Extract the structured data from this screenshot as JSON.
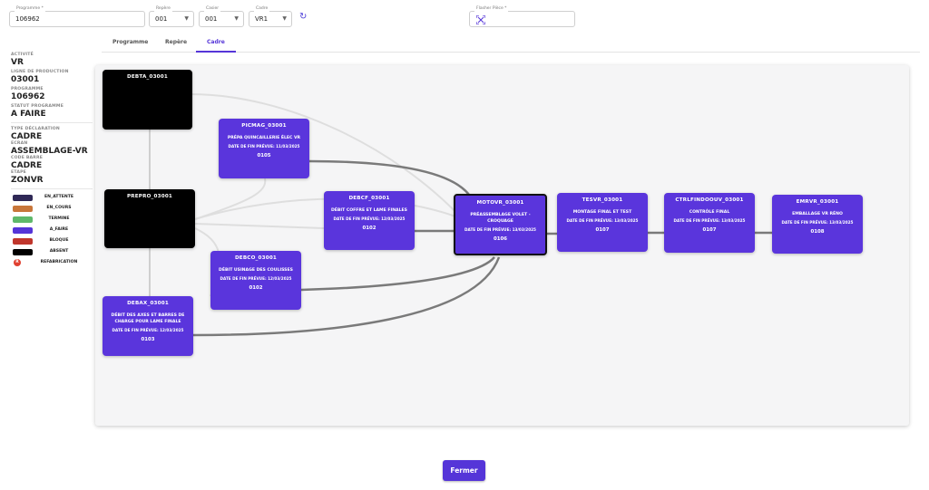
{
  "toolbar": {
    "programme": {
      "label": "Programme *",
      "value": "106962"
    },
    "repere": {
      "label": "Repère",
      "value": "001"
    },
    "casier": {
      "label": "Casier",
      "value": "001"
    },
    "cadre": {
      "label": "Cadre",
      "value": "VR1"
    },
    "flasher": {
      "label": "Flasher Pièce *",
      "value": ""
    }
  },
  "tabs": [
    "Programme",
    "Repère",
    "Cadre"
  ],
  "active_tab": "Cadre",
  "sidebar": {
    "activite": {
      "label": "ACTIVITÉ",
      "value": "VR"
    },
    "ligne": {
      "label": "LIGNE DE PRODUCTION",
      "value": "03001"
    },
    "programme": {
      "label": "PROGRAMME",
      "value": "106962"
    },
    "statut": {
      "label": "STATUT PROGRAMME",
      "value": "A FAIRE"
    },
    "type": {
      "label": "TYPE DÉCLARATION",
      "value": "CADRE"
    },
    "ecran": {
      "label": "ECRAN",
      "value": "ASSEMBLAGE-VR"
    },
    "code": {
      "label": "CODE BARRE",
      "value": "CADRE"
    },
    "etape": {
      "label": "ETAPE",
      "value": "ZONVR"
    }
  },
  "legend": [
    {
      "label": "EN_ATTENTE",
      "color": "#2f2856"
    },
    {
      "label": "EN_COURS",
      "color": "#c8763a"
    },
    {
      "label": "TERMINE",
      "color": "#5fb86a"
    },
    {
      "label": "A_FAIRE",
      "color": "#5535d8"
    },
    {
      "label": "BLOQUE",
      "color": "#c0362c"
    },
    {
      "label": "ABSENT",
      "color": "#000000"
    },
    {
      "label": "REFABRICATION",
      "color": "#e04030",
      "dot": "R"
    }
  ],
  "nodes": {
    "debta": {
      "title": "DEBTA_03001"
    },
    "prepro": {
      "title": "PREPRO_03001"
    },
    "picmag": {
      "title": "PICMAG_03001",
      "desc": "PRÉPA QUINCAILLERIE ÉLEC VR",
      "date": "DATE DE FIN PRÉVUE: 11/03/2025",
      "code": "0105"
    },
    "debcf": {
      "title": "DEBCF_03001",
      "desc": "DÉBIT COFFRE ET LAME FINALES",
      "date": "DATE DE FIN PRÉVUE: 12/03/2025",
      "code": "0102"
    },
    "debco": {
      "title": "DEBCO_03001",
      "desc": "DÉBIT USINAGE DES COULISSES",
      "date": "DATE DE FIN PRÉVUE: 12/03/2025",
      "code": "0102"
    },
    "debax": {
      "title": "DEBAX_03001",
      "desc": "DÉBIT DES AXES ET BARRES DE CHARGE POUR LAME FINALE",
      "date": "DATE DE FIN PRÉVUE: 12/03/2025",
      "code": "0103"
    },
    "motovr": {
      "title": "MOTOVR_03001",
      "desc": "PRÉASSEMBLAGE VOLET - CROQUAGE",
      "date": "DATE DE FIN PRÉVUE: 13/03/2025",
      "code": "0106"
    },
    "tesvr": {
      "title": "TESVR_03001",
      "desc": "MONTAGE FINAL ET TEST",
      "date": "DATE DE FIN PRÉVUE: 13/03/2025",
      "code": "0107"
    },
    "ctrl": {
      "title": "CTRLFINDOOUV_03001",
      "desc": "CONTRÔLE FINAL",
      "date": "DATE DE FIN PRÉVUE: 13/03/2025",
      "code": "0107"
    },
    "emrvr": {
      "title": "EMRVR_03001",
      "desc": "EMBALLAGE VR RÉNO",
      "date": "DATE DE FIN PRÉVUE: 13/03/2025",
      "code": "0108"
    }
  },
  "close_button": "Fermer"
}
